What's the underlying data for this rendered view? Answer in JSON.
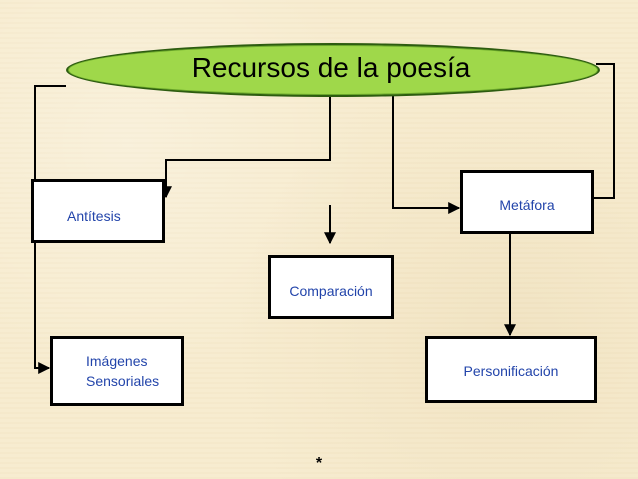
{
  "diagram": {
    "title": "Recursos de la poesía",
    "nodes": {
      "antitesis": "Antítesis",
      "metafora": "Metáfora",
      "comparacion": "Comparación",
      "imagenes": "Imágenes Sensoriales",
      "personificacion": "Personificación"
    },
    "footnote": "*"
  },
  "colors": {
    "background": "#f7ecd0",
    "oval_fill": "#9fd84a",
    "oval_border": "#2d5c10",
    "node_text": "#2244aa"
  }
}
